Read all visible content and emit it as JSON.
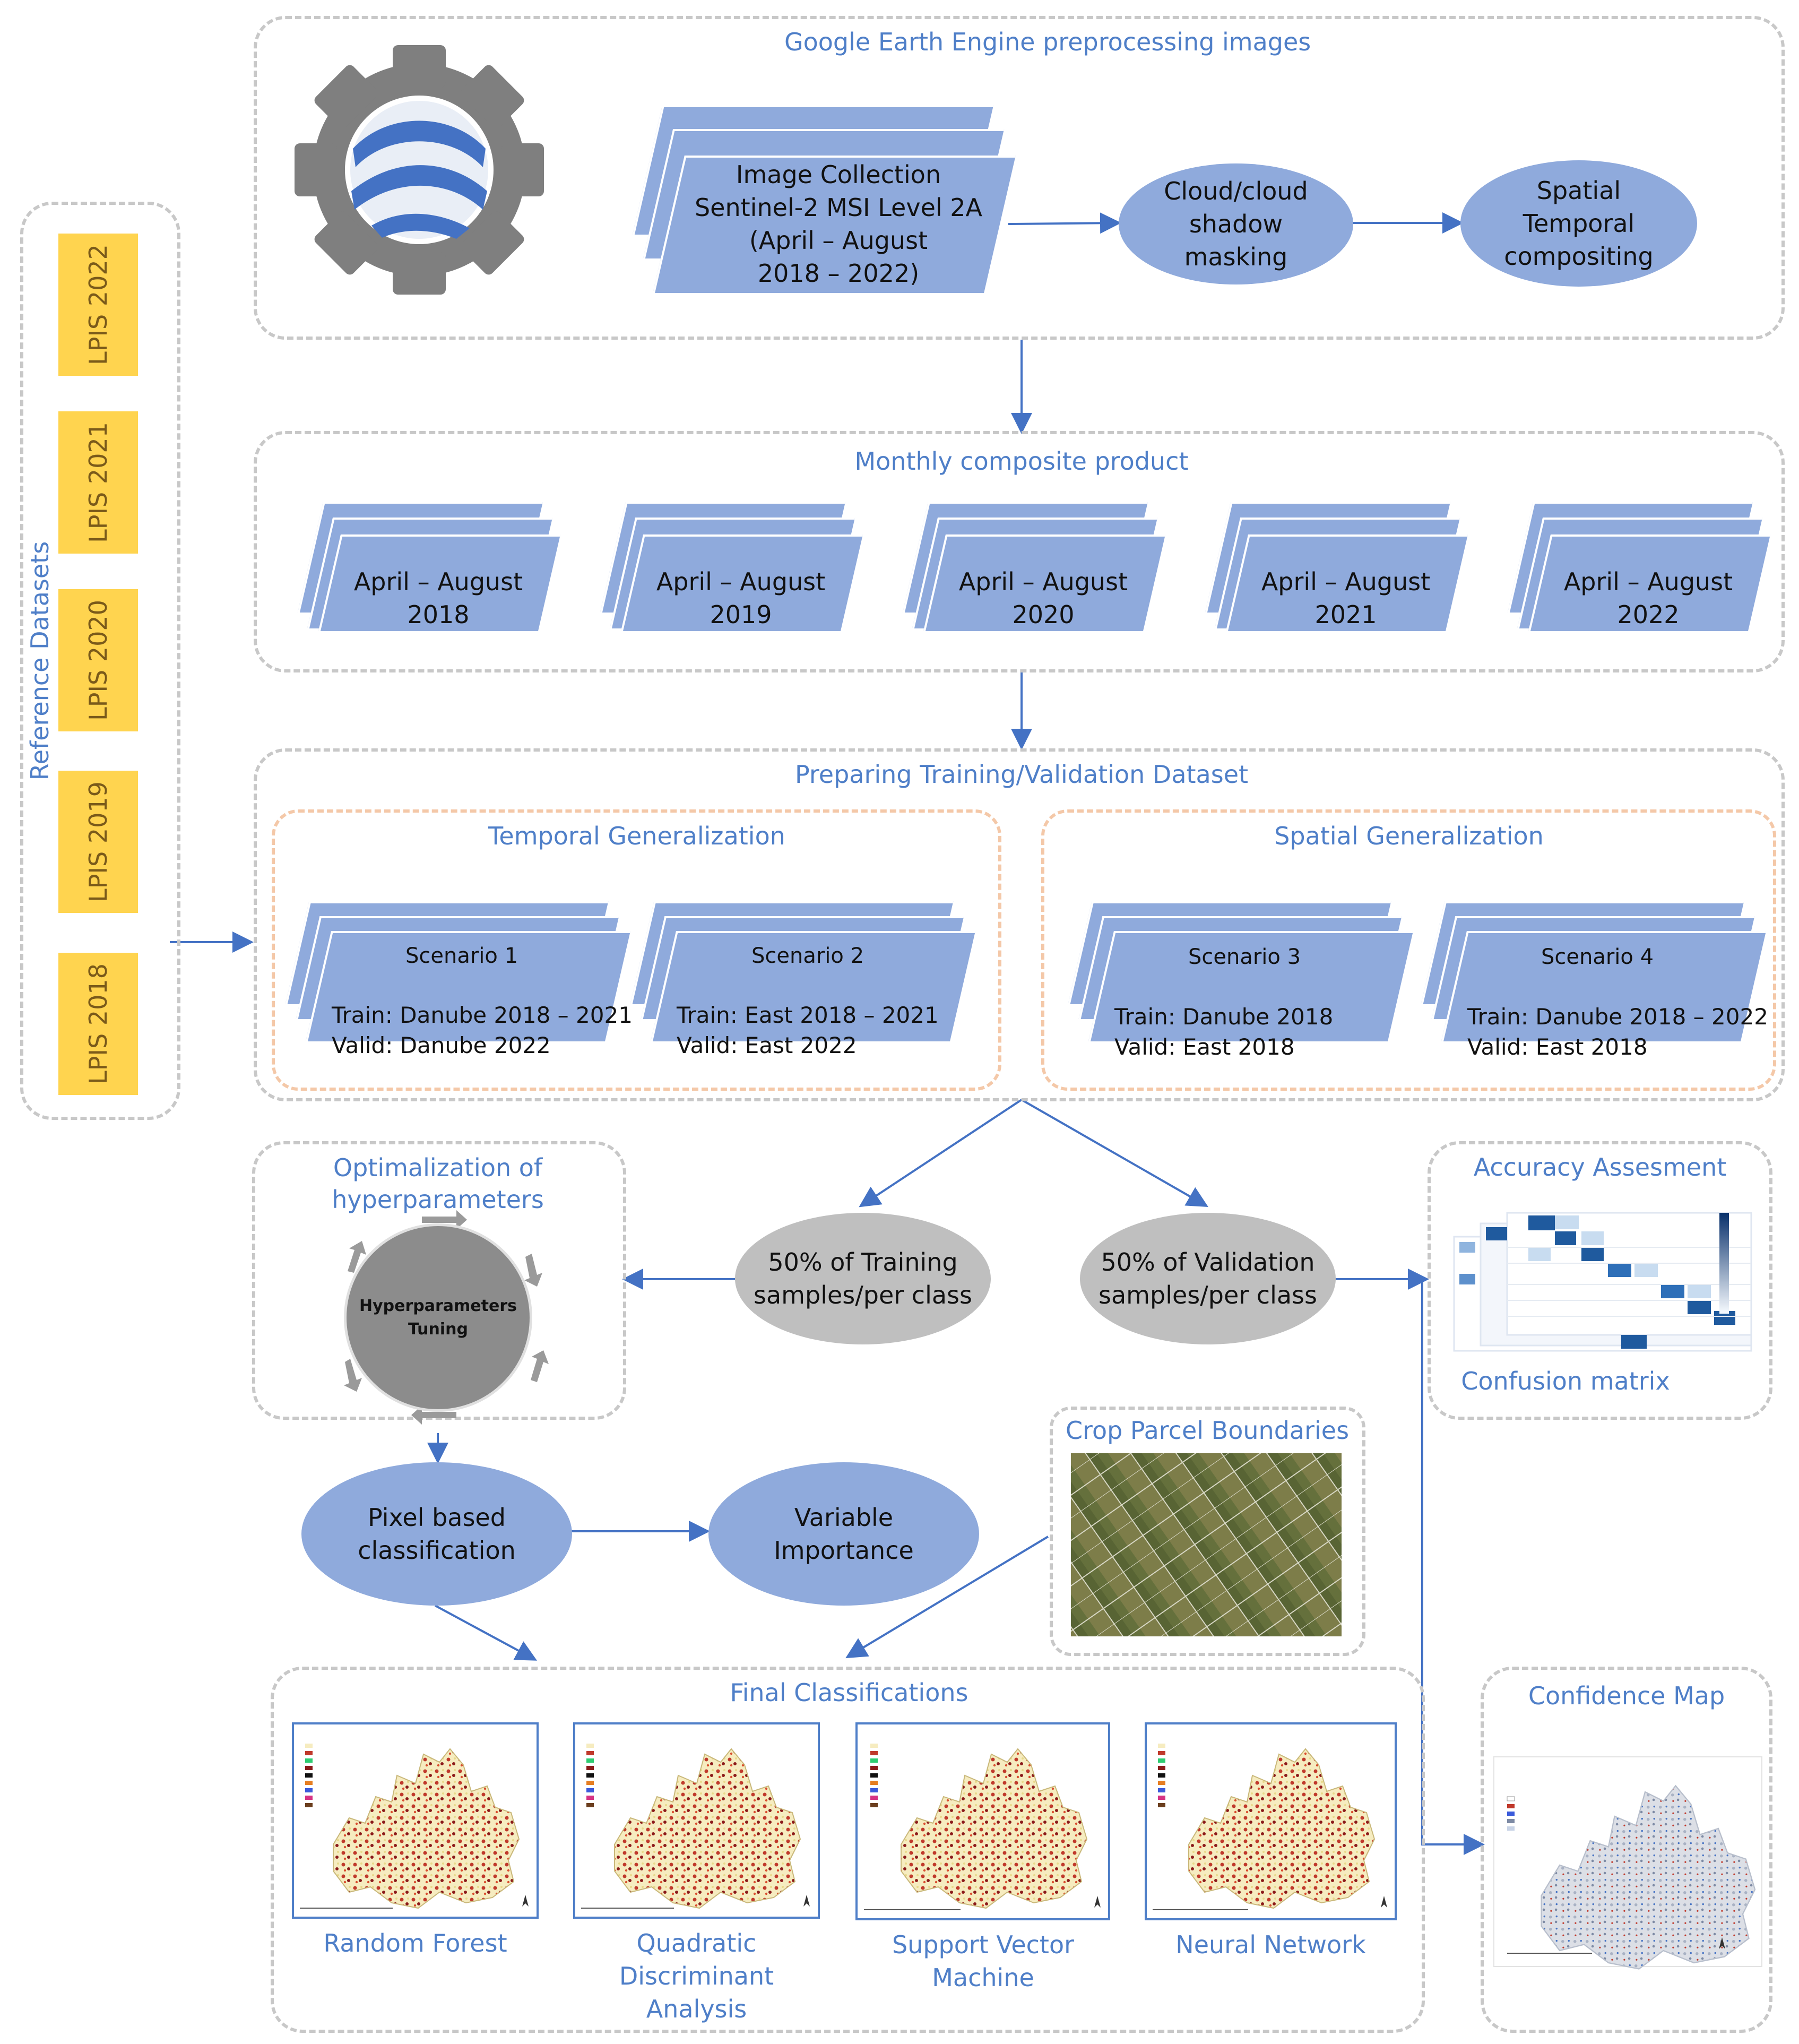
{
  "reference": {
    "title": "Reference Datasets",
    "items": [
      "LPIS 2022",
      "LPIS 2021",
      "LPIS 2020",
      "LPIS 2019",
      "LPIS 2018"
    ]
  },
  "gee": {
    "title": "Google Earth Engine preprocessing images",
    "collection": [
      "Image Collection",
      "Sentinel-2 MSI Level 2A",
      "(April – August",
      "2018 – 2022)"
    ],
    "cloud": [
      "Cloud/cloud",
      "shadow",
      "masking"
    ],
    "compositing": [
      "Spatial",
      "Temporal",
      "compositing"
    ]
  },
  "monthly": {
    "title": "Monthly composite product",
    "items": [
      {
        "line1": "April – August",
        "line2": "2018"
      },
      {
        "line1": "April – August",
        "line2": "2019"
      },
      {
        "line1": "April – August",
        "line2": "2020"
      },
      {
        "line1": "April – August",
        "line2": "2021"
      },
      {
        "line1": "April – August",
        "line2": "2022"
      }
    ]
  },
  "prep": {
    "title": "Preparing Training/Validation Dataset",
    "temporal_title": "Temporal Generalization",
    "spatial_title": "Spatial Generalization",
    "scenarios": [
      {
        "name": "Scenario 1",
        "train": "Train: Danube  2018 – 2021",
        "valid": "Valid: Danube  2022"
      },
      {
        "name": "Scenario 2",
        "train": "Train: East  2018 – 2021",
        "valid": "Valid: East  2022"
      },
      {
        "name": "Scenario 3",
        "train": "Train: Danube  2018",
        "valid": "Valid: East  2018"
      },
      {
        "name": "Scenario 4",
        "train": "Train: Danube  2018 – 2022",
        "valid": "Valid: East  2018"
      }
    ]
  },
  "hyper": {
    "title": [
      "Optimalization of",
      "hyperparameters"
    ],
    "circle": [
      "Hyperparameters",
      "Tuning"
    ]
  },
  "training": [
    "50% of Training",
    "samples/per class"
  ],
  "validation": [
    "50% of Validation",
    "samples/per class"
  ],
  "accuracy": {
    "title": "Accuracy Assesment",
    "caption": "Confusion matrix"
  },
  "pixel": [
    "Pixel based",
    "classification"
  ],
  "variable": [
    "Variable",
    "Importance"
  ],
  "crop": {
    "title": "Crop Parcel Boundaries"
  },
  "final": {
    "title": "Final Classifications",
    "maps": [
      {
        "label": [
          "Random Forest"
        ]
      },
      {
        "label": [
          "Quadratic",
          "Discriminant",
          "Analysis"
        ]
      },
      {
        "label": [
          "Support Vector",
          "Machine"
        ]
      },
      {
        "label": [
          "Neural Network"
        ]
      }
    ]
  },
  "confidence": {
    "title": "Confidence Map"
  },
  "colors": {
    "accent": "#4f7fc8",
    "shape_blue": "#8faadc",
    "shape_gray": "#bfbfbf",
    "lpis": "#ffd44f",
    "dash_gray": "#c8c8c8",
    "dash_orange": "#f4c8a8"
  }
}
